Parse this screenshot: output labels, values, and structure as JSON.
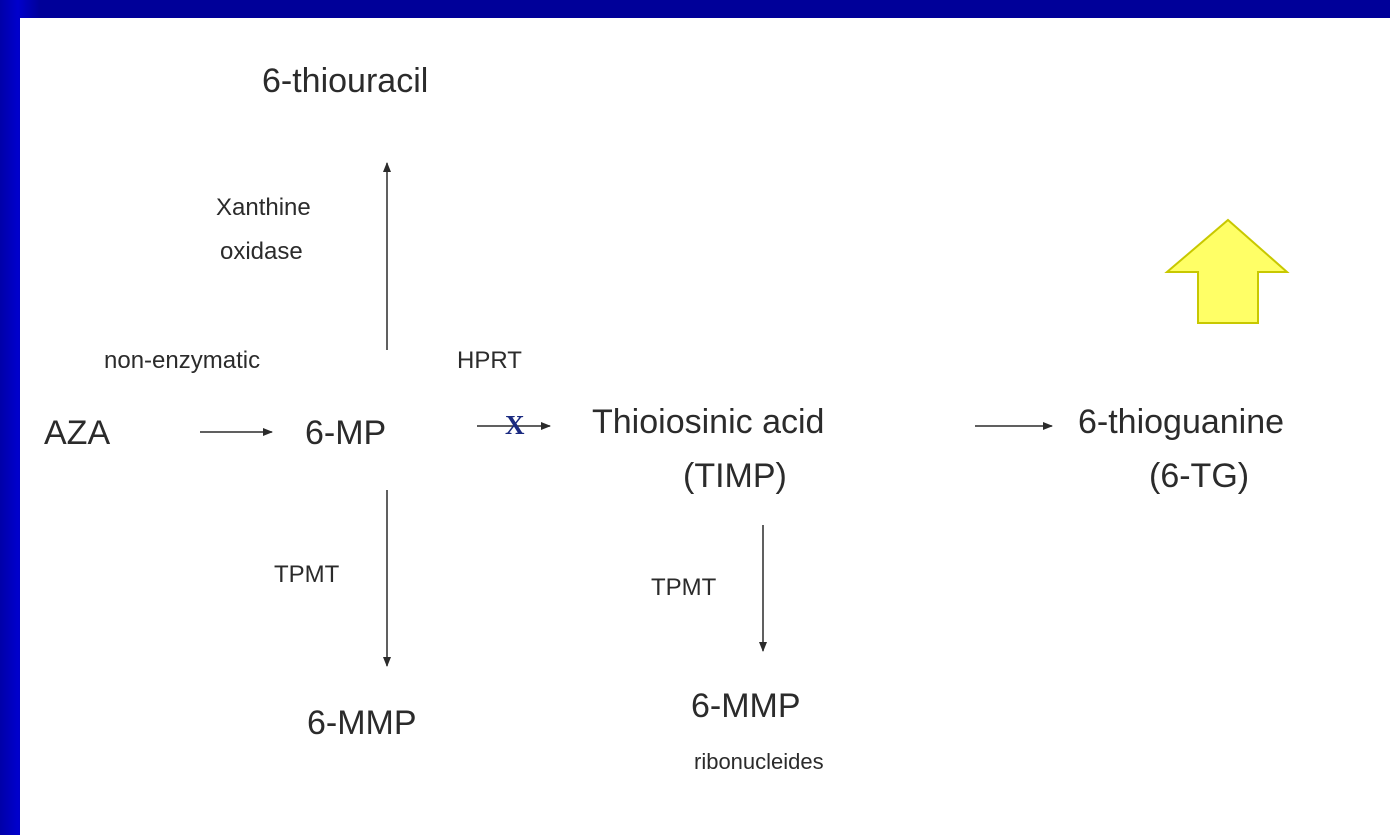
{
  "nodes": {
    "thiouracil": "6-thiouracil",
    "aza": "AZA",
    "mp": "6-MP",
    "timp_name": "Thioiosinic acid",
    "timp_abbr": "(TIMP)",
    "tg_name": "6-thioguanine",
    "tg_abbr": "(6-TG)",
    "mmp": "6-MMP",
    "mmp_ribo": "6-MMP",
    "mmp_ribo_sub": "ribonucleides"
  },
  "enzymes": {
    "xanthine_line1": "Xanthine",
    "xanthine_line2": "oxidase",
    "non_enzymatic": "non-enzymatic",
    "hprt": "HPRT",
    "tpmt_left": "TPMT",
    "tpmt_right": "TPMT"
  },
  "markers": {
    "blocked": "X"
  },
  "colors": {
    "background": "#000099",
    "panel": "#ffffff",
    "text": "#2b2b2b",
    "block_mark": "#1a2a80",
    "highlight_arrow_fill": "#ffff66",
    "highlight_arrow_stroke": "#c8c800"
  },
  "icons": {
    "highlight": "up-arrow-icon"
  }
}
